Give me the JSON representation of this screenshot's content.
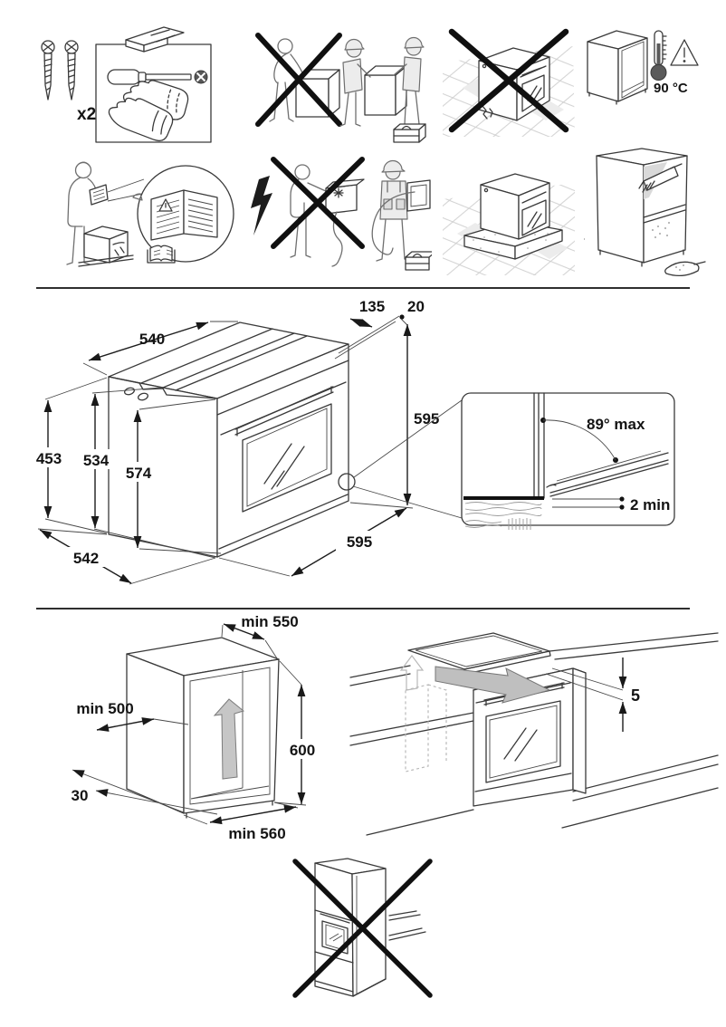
{
  "safety": {
    "screws_label": "x2",
    "max_cabinet_temp": "90 °C",
    "pictograms_row1": [
      "supplied-parts-kit",
      "two-person-lift-required",
      "do-not-place-on-floor",
      "cabinet-heat-resistance"
    ],
    "pictograms_row2": [
      "read-instructions",
      "professional-electrical-installation",
      "place-on-protective-base",
      "clean-cabinet-before-installation"
    ]
  },
  "main_drawing": {
    "top_width": "540",
    "front_frame_depth": "135",
    "front_overhang": "20",
    "front_panel_height": "595",
    "rear_height": "453",
    "mid_height": "534",
    "front_height": "574",
    "body_depth": "542",
    "front_width": "595"
  },
  "door_detail": {
    "max_opening_angle": "89° max",
    "bottom_clearance": "2 min"
  },
  "niche_drawing": {
    "top_depth": "min 550",
    "floor_depth": "min 500",
    "rear_gap": "30",
    "niche_height": "600",
    "niche_width": "min 560"
  },
  "hob_drawing": {
    "worktop_gap": "5"
  },
  "colors": {
    "line": "#3a3a3a",
    "prohibition_x": "#111111",
    "shade_gray": "#dcdcdc",
    "dimension_text": "#141414"
  }
}
